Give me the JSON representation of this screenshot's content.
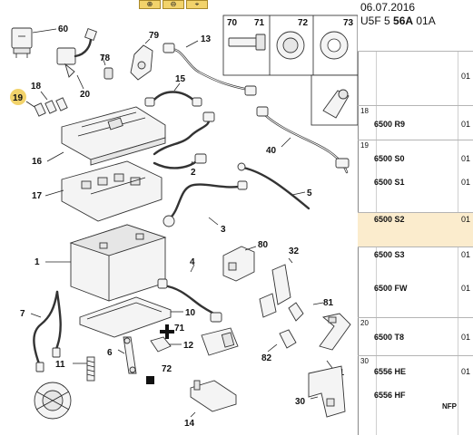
{
  "header": {
    "date": "06.07.2016",
    "ref_prefix": "U5F 5 ",
    "ref_bold": "56A",
    "ref_suffix": " 01A"
  },
  "toolbar": {
    "buttons": [
      {
        "icon": "zoom-in-icon",
        "glyph": "⊕"
      },
      {
        "icon": "zoom-out-icon",
        "glyph": "⊖"
      },
      {
        "icon": "zoom-fit-icon",
        "glyph": "⌖"
      }
    ]
  },
  "highlight_color": "#f2d36b",
  "selected_row_color": "#fbeccd",
  "callouts": {
    "c1": "1",
    "c2": "2",
    "c3": "3",
    "c4": "4",
    "c5": "5",
    "c6": "6",
    "c7": "7",
    "c10": "10",
    "c11": "11",
    "c12": "12",
    "c13": "13",
    "c14": "14",
    "c15": "15",
    "c16": "16",
    "c17": "17",
    "c18": "18",
    "c19": "19",
    "c20": "20",
    "c30": "30",
    "c31": "31",
    "c32": "32",
    "c40": "40",
    "c60": "60",
    "c71": "71",
    "c72": "72",
    "c78": "78",
    "c79": "79",
    "c80": "80",
    "c81": "81",
    "c82": "82"
  },
  "inset_labels": {
    "i70": "70",
    "i71": "71",
    "i72": "72",
    "i73": "73"
  },
  "parts_list": [
    {
      "group": "",
      "part": "",
      "qty": "01"
    },
    {
      "group": "18",
      "part": "6500 R9",
      "qty": "01"
    },
    {
      "group": "19",
      "part": "6500 S0",
      "qty": "01"
    },
    {
      "group": "",
      "part": "6500 S1",
      "qty": "01"
    },
    {
      "group": "",
      "part": "6500 S2",
      "qty": "01"
    },
    {
      "group": "",
      "part": "6500 S3",
      "qty": "01"
    },
    {
      "group": "",
      "part": "6500 FW",
      "qty": "01"
    },
    {
      "group": "20",
      "part": "6500 T8",
      "qty": "01"
    },
    {
      "group": "30",
      "part": "6556 HE",
      "qty": "01"
    },
    {
      "group": "",
      "part": "6556 HF",
      "qty": ""
    }
  ],
  "nfp_label": "NFP"
}
